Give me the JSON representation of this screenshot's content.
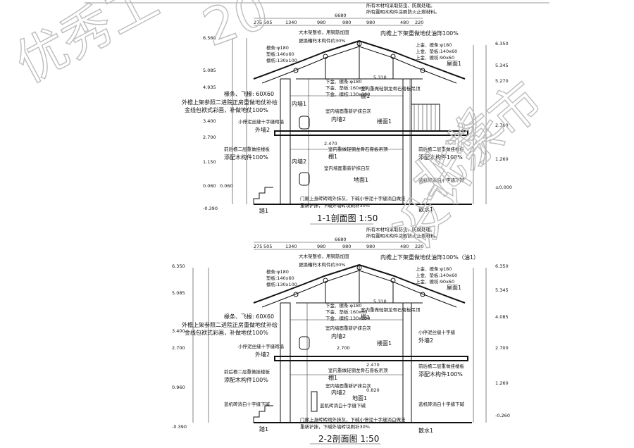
{
  "sections": [
    {
      "title": "1-1剖面图  1:50",
      "top_dims": [
        "275",
        "505",
        "1340",
        "980",
        "980",
        "980",
        "480",
        "220"
      ],
      "overall_dim": "6680",
      "notes_top": [
        "所有木材均采取防虫、防腐处理。",
        "所有露明木构件涂刷防火止燃材料。"
      ],
      "left_levels": [
        "6.560",
        "5.085",
        "4.935",
        "3.400",
        "2.700",
        "1.150",
        "0.060",
        "0.060",
        "-0.390"
      ],
      "right_levels": [
        "6.350",
        "5.345",
        "5.270",
        "2.700",
        "1.260",
        "±0.000"
      ],
      "left_notes": [
        "大木架整修，用钢筋加固",
        "更换糟朽木构件约30%",
        "檩条:φ180",
        "垫板:140x60",
        "檩枋:130x100",
        "椽条、飞椽: 60X60",
        "外檐上架参照二进院正房重做地仗补绘",
        "金线包袱式彩画，补做地仗100%",
        "小停泥丝缝十字缝砌墙",
        "外墙2",
        "前后檐二层重做挂楼板",
        "添配木构件100%",
        "踏1"
      ],
      "mid_notes": [
        "内檐上下架重做地仗油饰100%",
        "上金、檩条:φ180",
        "上金、垫板:140x60",
        "上金、檩枋:90x60",
        "屋面1",
        "下金、檩条:φ180",
        "下金、垫板:160x60",
        "下金、檩枋:130x100",
        "室内重做轻钢龙骨石膏板吊顶",
        "棚1",
        "内墙1",
        "室内墙面重新铲抹白灰",
        "内墙2",
        "楼面1",
        "2.470",
        "5.310",
        "室内重做轻钢龙骨石膏板吊顶",
        "棚1",
        "内墙2",
        "室内墙面重新铲抹白灰",
        "地面1",
        "门廊上身砖砖砌外抹灰，下碱小停泥十字缝淌白做法",
        "重新铲抹，下碱外墙砖块刷补30%",
        "散水1"
      ],
      "right_notes": [
        "前后檐二层重做挂楼板",
        "添配木构件100%",
        "蓝机砖淌白十字缝下碱"
      ]
    },
    {
      "title": "2-2剖面图  1:50",
      "top_dims": [
        "275",
        "505",
        "1340",
        "980",
        "980",
        "980",
        "480",
        "220"
      ],
      "overall_dim": "6680",
      "notes_top": [
        "所有木材均采取防虫、防腐处理。",
        "所有露明木构件涂刷防火止燃材料。"
      ],
      "left_levels": [
        "6.350",
        "5.085",
        "3.400",
        "2.700",
        "0.960",
        "-0.390"
      ],
      "right_levels": [
        "6.350",
        "5.345",
        "4.085",
        "2.700",
        "1.260",
        "-0.260"
      ],
      "left_notes": [
        "大木架整修，用钢筋加固",
        "更换糟朽木构件约30%",
        "檩条:φ180",
        "垫板:140x60",
        "檩枋:130x100",
        "椽条、飞椽: 60X60",
        "外檐上架参照二进院正房重做地仗补绘",
        "金线包袱式彩画，补做地仗100%",
        "小停泥丝缝十字缝砌墙",
        "外墙2",
        "前后檐二层重做挂楼板",
        "添配木构件100%",
        "蓝机砖淌白十字缝下碱",
        "踏1"
      ],
      "mid_notes": [
        "内檐上下架重做地仗油饰100%（油1）",
        "上金、檩条:φ180",
        "上金、垫板:140x60",
        "上金、檩枋:90x60",
        "屋面1",
        "下金、檩条:φ180",
        "下金、垫板:160x60",
        "下金、檩枋:130x100",
        "室内重做轻钢龙骨石膏板吊顶",
        "棚1",
        "5.310",
        "室内墙面重新铲抹白灰",
        "内墙2",
        "楼面1",
        "2.700",
        "2.470",
        "室内重做轻钢龙骨石膏板吊顶",
        "棚1",
        "室内墙面重新铲抹白灰",
        "内墙2",
        "0.820",
        "地面1",
        "蓝机砖淌白十字缝下碱",
        "门廊上身砖砖砌外抹灰，下碱小停泥十字缝淌白做法",
        "重新铲抹，下碱外墙砖块刷补30%",
        "散水1"
      ],
      "right_notes": [
        "小停泥丝缝十字缝",
        "外墙2",
        "前后檐二层重做挂楼板",
        "添配木构件100%",
        "蓝机砖淌白十字缝下碱"
      ]
    }
  ],
  "watermark": [
    "优秀工",
    "20",
    "设计奖",
    "北京市"
  ]
}
